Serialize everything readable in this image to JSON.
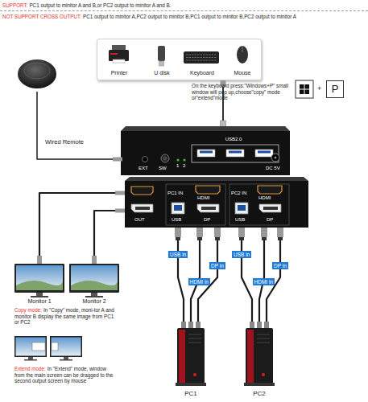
{
  "diagram": {
    "nodes": [
      {
        "text": [
          "Printer",
          "U disk",
          "Keyboard",
          "Mouse"
        ]
      },
      {
        "text": [
          "P"
        ]
      },
      {
        "text": [
          "Wired Remote"
        ]
      },
      {
        "text": [
          "EXT",
          "SW",
          "1",
          "2",
          "USB2.0",
          "DC 5V"
        ]
      },
      {
        "text": [
          "OUT",
          "PC1 IN",
          "HDMI",
          "USB",
          "DP",
          "PC2 IN",
          "HDMI",
          "USB",
          "DP"
        ]
      },
      {
        "text": [
          "Monitor 1"
        ]
      },
      {
        "text": [
          "Monitor 2"
        ]
      },
      {
        "text": [
          "PC1"
        ]
      },
      {
        "text": [
          "PC2"
        ]
      }
    ],
    "edges": [
      {
        "from": 0,
        "to": 3,
        "arrow": "none"
      },
      {
        "from": 2,
        "to": 3,
        "arrow": "none"
      },
      {
        "from": 4,
        "to": 5,
        "arrow": "none"
      },
      {
        "from": 4,
        "to": 6,
        "arrow": "none"
      },
      {
        "from": 7,
        "to": 4,
        "label": "USB in",
        "arrow": "none"
      },
      {
        "from": 7,
        "to": 4,
        "label": "HDMI in",
        "arrow": "none"
      },
      {
        "from": 7,
        "to": 4,
        "label": "DP in",
        "arrow": "none"
      },
      {
        "from": 8,
        "to": 4,
        "label": "USB in",
        "arrow": "none"
      },
      {
        "from": 8,
        "to": 4,
        "label": "HDMI in",
        "arrow": "none"
      },
      {
        "from": 8,
        "to": 4,
        "label": "DP in",
        "arrow": "none"
      }
    ],
    "labels": [
      "SUPPORT:",
      "PC1 output to minitor A and B,or PC2 output to minitor A and B.",
      "NOT SUPPORT CROSS OUTPUT:",
      "PC1 output to minitor A,PC2 output to minitor B,PC1 output to minitor B,PC2 output to minitor A",
      "On the keyboard press:\"Windows+P\" small window will pop up,choose\"copy\" mode or\"extend\"mode",
      "+",
      "Copy mode:",
      "In \"Copy\" mode, moni-tor A and monitor B display the same image from PC1 or PC2",
      "Extend mode:",
      "In \"Extend\" mode, window from the main screen can be dragged to the second output screen by mouse"
    ]
  }
}
